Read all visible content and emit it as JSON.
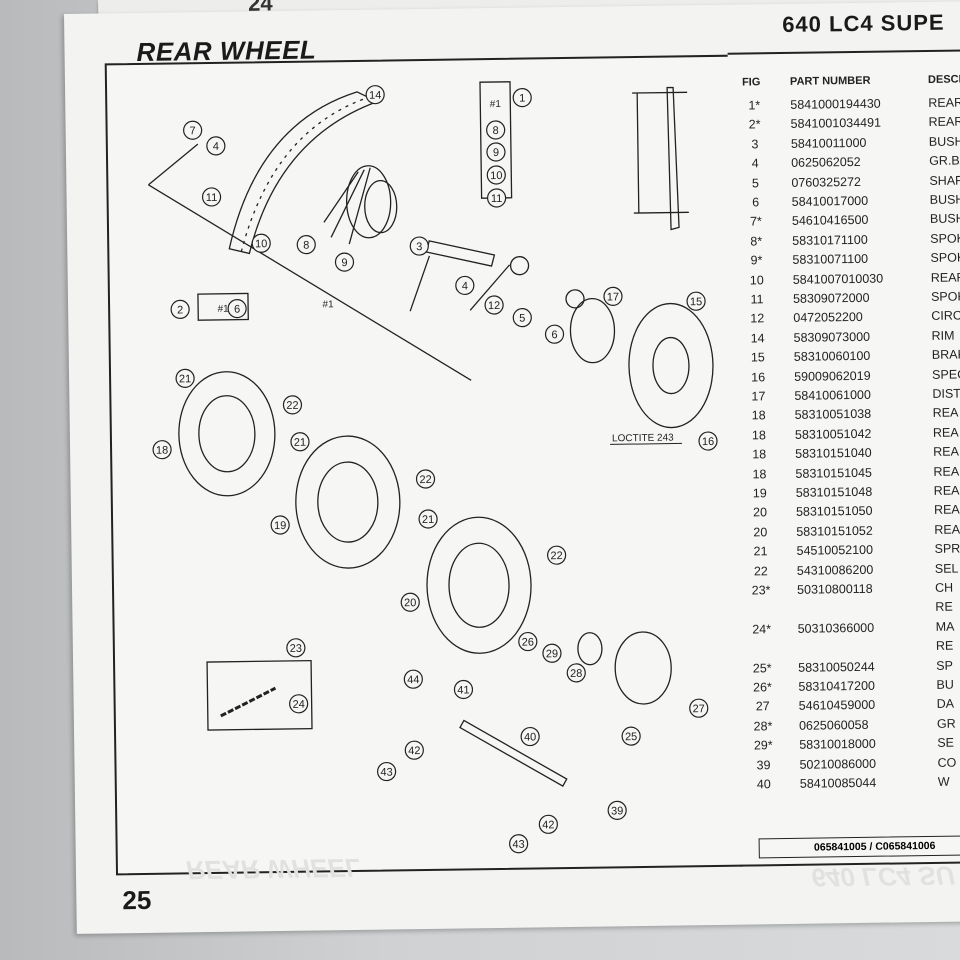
{
  "prev_page": {
    "number": "24"
  },
  "page": {
    "title": "REAR WHEEL",
    "model": "640 LC4 SUPE",
    "page_number": "25",
    "ghost_title": "REAR WHEEL",
    "ghost_model": "640 LC4 SU"
  },
  "diagram": {
    "callouts": [
      "1",
      "2",
      "3",
      "4",
      "4",
      "5",
      "6",
      "6",
      "7",
      "8",
      "8",
      "9",
      "9",
      "10",
      "10",
      "11",
      "11",
      "12",
      "14",
      "15",
      "16",
      "17",
      "18",
      "19",
      "20",
      "21",
      "21",
      "21",
      "22",
      "22",
      "22",
      "23",
      "24",
      "25",
      "26",
      "27",
      "28",
      "29",
      "39",
      "40",
      "41",
      "42",
      "42",
      "43",
      "43",
      "44"
    ],
    "kit_label": "#1",
    "loctite_label": "LOCTITE 243"
  },
  "table": {
    "headers": {
      "fig": "FIG",
      "part_number": "PART NUMBER",
      "description": "DESCR"
    },
    "rows": [
      {
        "fig": "1*",
        "part": "5841000194430",
        "desc": "REAR W"
      },
      {
        "fig": "2*",
        "part": "5841001034491",
        "desc": "REAR W"
      },
      {
        "fig": "3",
        "part": "58410011000",
        "desc": "BUSHI"
      },
      {
        "fig": "4",
        "part": "0625062052",
        "desc": "GR.BA"
      },
      {
        "fig": "5",
        "part": "0760325272",
        "desc": "SHAFT"
      },
      {
        "fig": "6",
        "part": "58410017000",
        "desc": "BUSH"
      },
      {
        "fig": "7*",
        "part": "54610416500",
        "desc": "BUSH"
      },
      {
        "fig": "8*",
        "part": "58310171100",
        "desc": "SPOK"
      },
      {
        "fig": "9*",
        "part": "58310071100",
        "desc": "SPOK"
      },
      {
        "fig": "10",
        "part": "5841007010030",
        "desc": "REAR"
      },
      {
        "fig": "11",
        "part": "58309072000",
        "desc": "SPOK"
      },
      {
        "fig": "12",
        "part": "0472052200",
        "desc": "CIRC"
      },
      {
        "fig": "14",
        "part": "58309073000",
        "desc": "RIM"
      },
      {
        "fig": "15",
        "part": "58310060100",
        "desc": "BRAK"
      },
      {
        "fig": "16",
        "part": "59009062019",
        "desc": "SPEC"
      },
      {
        "fig": "17",
        "part": "58410061000",
        "desc": "DIST"
      },
      {
        "fig": "18",
        "part": "58310051038",
        "desc": "REA"
      },
      {
        "fig": "18",
        "part": "58310051042",
        "desc": "REA"
      },
      {
        "fig": "18",
        "part": "58310151040",
        "desc": "REA"
      },
      {
        "fig": "18",
        "part": "58310151045",
        "desc": "REA"
      },
      {
        "fig": "19",
        "part": "58310151048",
        "desc": "REA"
      },
      {
        "fig": "20",
        "part": "58310151050",
        "desc": "REA"
      },
      {
        "fig": "20",
        "part": "58310151052",
        "desc": "REA"
      },
      {
        "fig": "21",
        "part": "54510052100",
        "desc": "SPR"
      },
      {
        "fig": "22",
        "part": "54310086200",
        "desc": "SEL"
      },
      {
        "fig": "23*",
        "part": "50310800118",
        "desc": "CH"
      },
      {
        "fig": "",
        "part": "",
        "desc": "RE"
      },
      {
        "fig": "24*",
        "part": "50310366000",
        "desc": "MA"
      },
      {
        "fig": "",
        "part": "",
        "desc": "RE"
      },
      {
        "fig": "25*",
        "part": "58310050244",
        "desc": "SP"
      },
      {
        "fig": "26*",
        "part": "58310417200",
        "desc": "BU"
      },
      {
        "fig": "27",
        "part": "54610459000",
        "desc": "DA"
      },
      {
        "fig": "28*",
        "part": "0625060058",
        "desc": "GR"
      },
      {
        "fig": "29*",
        "part": "58310018000",
        "desc": "SE"
      },
      {
        "fig": "39",
        "part": "50210086000",
        "desc": "CO"
      },
      {
        "fig": "40",
        "part": "58410085044",
        "desc": "W"
      }
    ],
    "footer": "065841005 / C065841006"
  },
  "colors": {
    "ink": "#1a1a1a",
    "paper": "#f3f3f1",
    "background": "#c9cbcd"
  }
}
